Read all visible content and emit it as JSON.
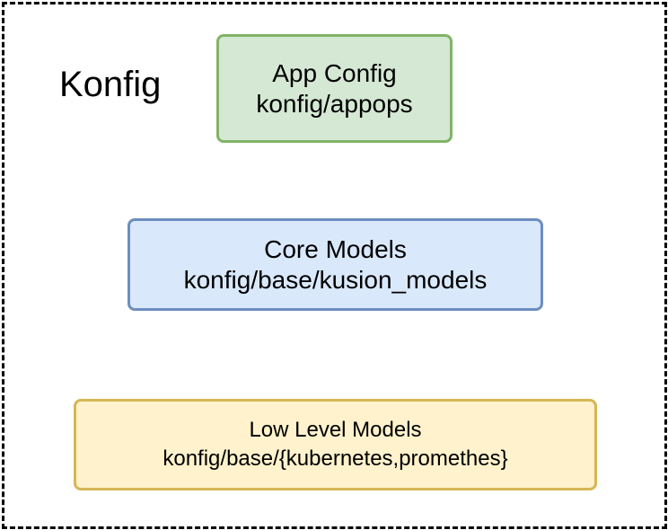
{
  "diagram": {
    "frame": {
      "title": "Konfig",
      "border_color": "#000000",
      "border_style": "dashed"
    },
    "boxes": [
      {
        "id": "app-config",
        "title": "App Config",
        "path": "konfig/appops",
        "fill": "#d5e8d4",
        "stroke": "#82b366"
      },
      {
        "id": "core-models",
        "title": "Core Models",
        "path": "konfig/base/kusion_models",
        "fill": "#dae8fc",
        "stroke": "#6c8ebf"
      },
      {
        "id": "low-level-models",
        "title": "Low Level Models",
        "path": "konfig/base/{kubernetes,promethes}",
        "fill": "#fff2cc",
        "stroke": "#d6b656"
      }
    ]
  }
}
